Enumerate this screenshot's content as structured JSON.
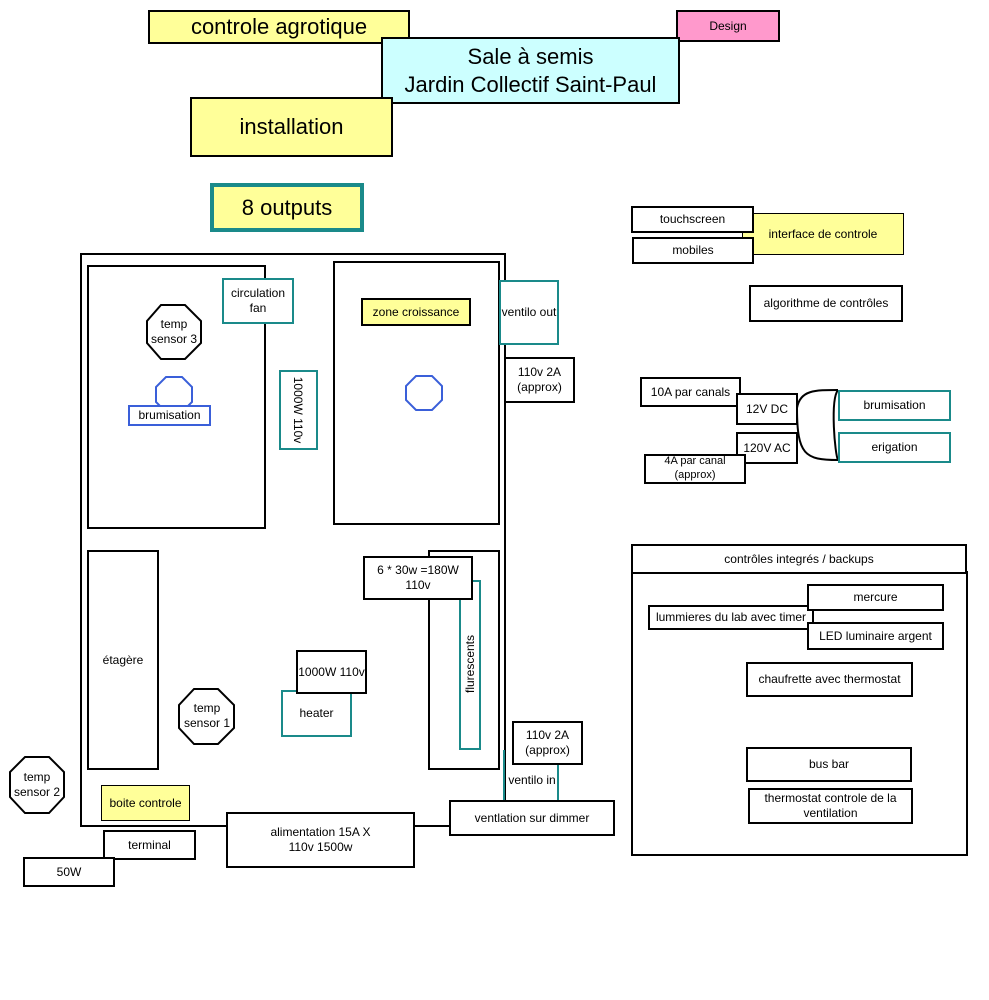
{
  "title": {
    "main": "controle agrotique",
    "design": "Design",
    "site_line1": "Sale à semis",
    "site_line2": "Jardin Collectif Saint-Paul",
    "installation": "installation",
    "outputs": "8 outputs"
  },
  "room": {
    "circulation_fan": "circulation fan",
    "temp_sensor_3": "temp sensor 3",
    "brumisation": "brumisation",
    "lamp_1000w": "1000W 110v",
    "zone_croissance": "zone croissance",
    "ventilo_out": "ventilo out",
    "power_110v_out": "110v 2A (approx)",
    "fluorescents_power": "6 * 30w =180W 110v",
    "flurescents": "flurescents",
    "etagere": "étagère",
    "heater_power": "1000W 110v",
    "heater": "heater",
    "temp_sensor_1": "temp sensor 1",
    "power_110v_in": "110v 2A (approx)",
    "ventilo_in": "ventilo in",
    "boite_controle": "boite controle",
    "temp_sensor_2": "temp sensor 2",
    "alimentation": "alimentation 15A X 110v 1500w",
    "ventilation_dimmer": "ventlation sur dimmer",
    "terminal": "terminal",
    "w50": "50W"
  },
  "control": {
    "touchscreen": "touchscreen",
    "mobiles": "mobiles",
    "interface": "interface de controle",
    "algorithme": "algorithme de contrôles",
    "canals": "10A par canals",
    "dc12": "12V DC",
    "ac120": "120V AC",
    "brumisation": "brumisation",
    "erigation": "erigation",
    "amp4": "4A par canal (approx)"
  },
  "backups": {
    "header": "contrôles integrés / backups",
    "mercure": "mercure",
    "lab_lights": "lummieres du lab avec timer",
    "led": "LED luminaire argent",
    "chaufrette": "chaufrette avec thermostat",
    "bus_bar": "bus bar",
    "thermostat_vent": "thermostat controle de la ventilation"
  }
}
